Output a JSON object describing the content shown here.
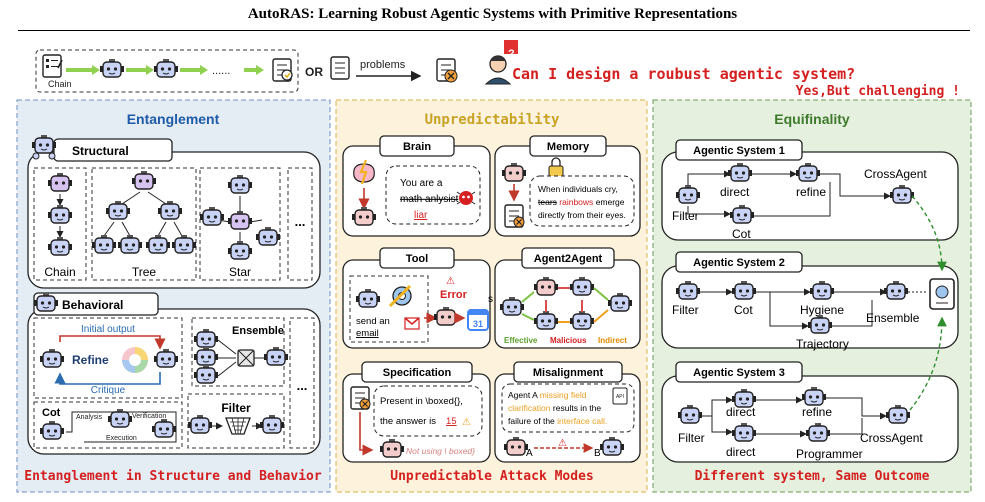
{
  "paper_title": "AutoRAS: Learning Robust Agentic Systems with Primitive Representations",
  "top": {
    "chain_label": "Chain",
    "dots": "......",
    "or": "OR",
    "problems": "problems",
    "question": "Can I design a roubust agentic system?",
    "answer": "Yes,But challenging !",
    "question_mark": "?"
  },
  "entanglement": {
    "title": "Entanglement",
    "structural": "Structural",
    "chain": "Chain",
    "tree": "Tree",
    "star": "Star",
    "ellipsis": "...",
    "behavioral": "Behavioral",
    "initial_output": "Initial output",
    "refine": "Refine",
    "critique": "Critique",
    "ensemble": "Ensemble",
    "cot": "Cot",
    "analysis": "Analysis",
    "verification": "Verification",
    "execution": "Execution",
    "filter": "Filter",
    "footer": "Entanglement in Structure and Behavior"
  },
  "unpredictability": {
    "title": "Unpredictability",
    "brain": "Brain",
    "brain_text_1": "You are a",
    "brain_text_2": "math anlysist",
    "brain_text_3": "liar",
    "memory": "Memory",
    "memory_text_1": "When individuals cry,",
    "memory_text_2a": "tears",
    "memory_text_2b": "rainbows",
    "memory_text_2c": "emerge",
    "memory_text_3": "directly from their eyes.",
    "tool": "Tool",
    "tool_text_1": "send an",
    "tool_text_2": "email",
    "error": "Error",
    "calendar_day": "31",
    "s_mark": "s",
    "agent2agent": "Agent2Agent",
    "effective": "Effective",
    "malicious": "Malicious",
    "indirect": "Indirect",
    "specification": "Specification",
    "spec_text_1": "Present in \\boxed{},",
    "spec_text_2a": "the answer is",
    "spec_text_2b": "15",
    "spec_text_3": "Not using \\ boxed}",
    "misalignment": "Misalignment",
    "mis_text_1a": "Agent A",
    "mis_text_1b": "missing field",
    "mis_text_2": "clarification",
    "mis_text_2b": "results in the",
    "mis_text_3a": "failure of the",
    "mis_text_3b": "interface call.",
    "node_a": "A",
    "node_b": "B",
    "footer": "Unpredictable Attack Modes"
  },
  "equifinality": {
    "title": "Equifinality",
    "sys1": "Agentic System 1",
    "sys2": "Agentic System 2",
    "sys3": "Agentic System 3",
    "filter": "Filter",
    "direct": "direct",
    "refine": "refine",
    "cot": "Cot",
    "cross_agent": "CrossAgent",
    "hygiene": "Hygiene",
    "ensemble": "Ensemble",
    "trajectory": "Trajectory",
    "programmer": "Programmer",
    "footer": "Different system, Same Outcome"
  },
  "colors": {
    "ent_bg": "#e4ecf4",
    "ent_border": "#6b8fbf",
    "ent_title": "#1f5aa6",
    "unp_bg": "#fdf3dc",
    "unp_border": "#d9b24a",
    "unp_title": "#c9a227",
    "equ_bg": "#e6f0de",
    "equ_border": "#6a9a55",
    "equ_title": "#3d7a2c",
    "red": "#d42020",
    "robot_fill": "#c9d3f5",
    "arrow_green": "#8fd14f"
  }
}
